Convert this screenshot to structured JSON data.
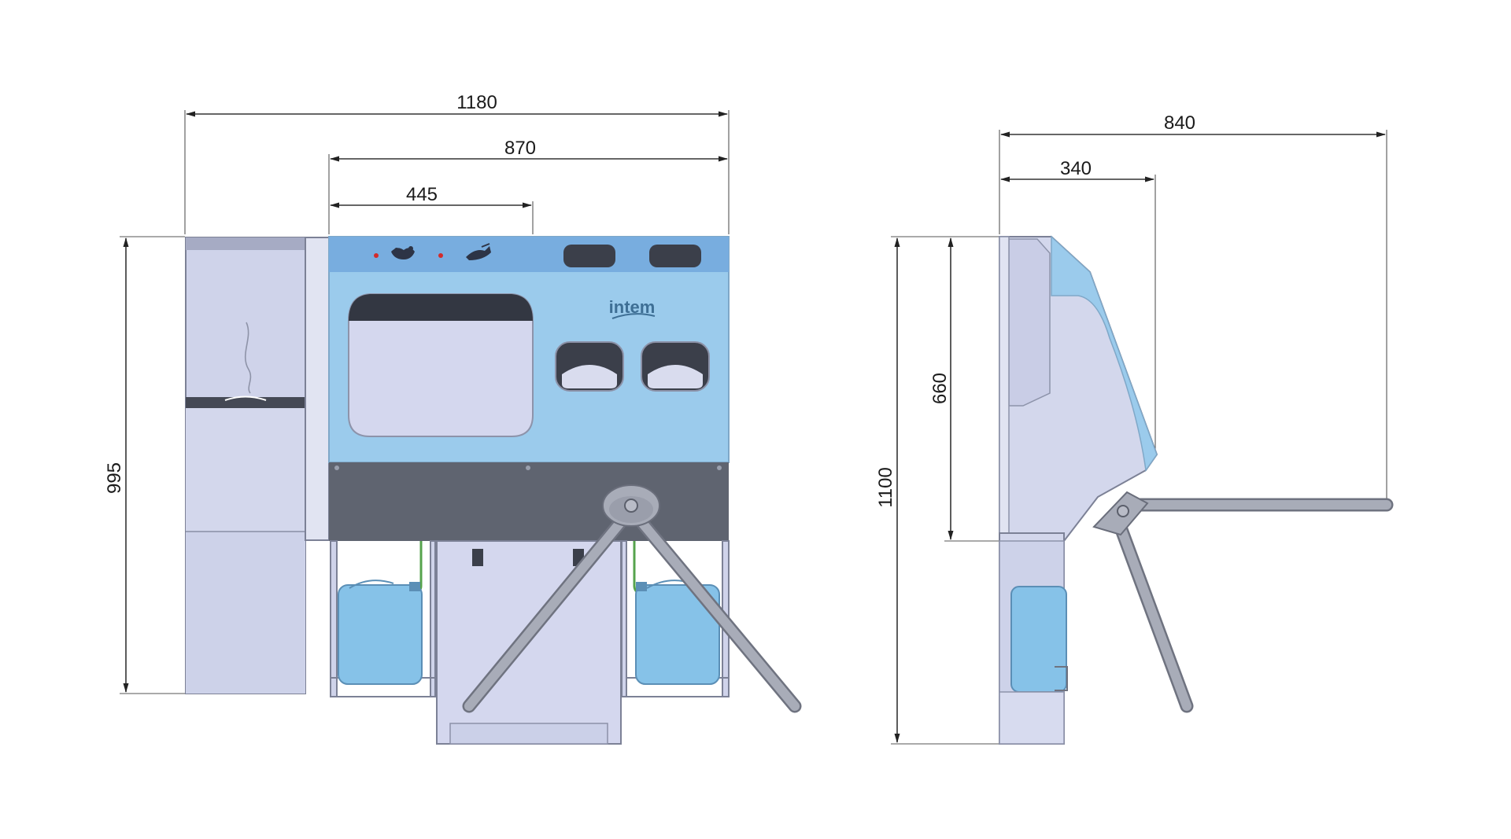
{
  "dimensions": {
    "front_overall_width": "1180",
    "front_cabinet_width": "870",
    "front_dryer_width": "445",
    "front_height": "995",
    "side_depth": "840",
    "side_head_depth": "340",
    "side_head_height": "660",
    "side_total_height": "1100"
  },
  "brand": {
    "logo_text": "intem"
  },
  "colors": {
    "panel_light": "#c9cfe7",
    "panel_blue": "#9bcbec",
    "header_blue": "#78addf",
    "dark_band": "#5f6470",
    "canister": "#86c2e8",
    "arm_gray": "#a8acb8"
  }
}
